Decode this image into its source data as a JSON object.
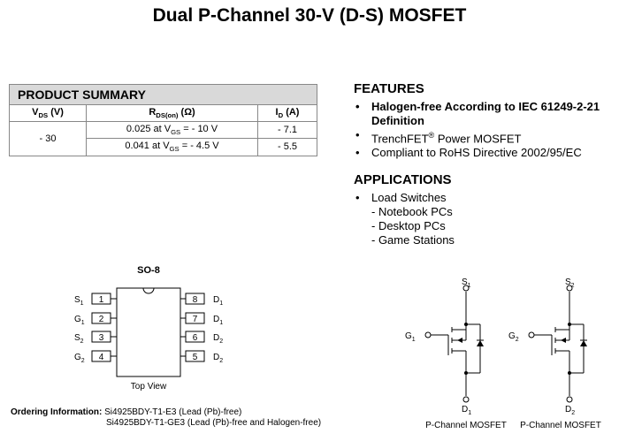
{
  "title": "Dual P-Channel 30-V (D-S) MOSFET",
  "product_summary": {
    "heading": "PRODUCT SUMMARY",
    "col_vds": "V",
    "col_vds_sub": "DS",
    "col_vds_unit": " (V)",
    "col_rds": "R",
    "col_rds_sub": "DS(on)",
    "col_rds_unit": " (Ω)",
    "col_id": "I",
    "col_id_sub": "D",
    "col_id_unit": " (A)",
    "vds_value": "- 30",
    "rows": [
      {
        "rds_prefix": "0.025 at V",
        "rds_sub": "GS",
        "rds_suffix": " = - 10 V",
        "id": "- 7.1"
      },
      {
        "rds_prefix": "0.041 at V",
        "rds_sub": "GS",
        "rds_suffix": " = - 4.5 V",
        "id": "- 5.5"
      }
    ]
  },
  "features": {
    "heading": "FEATURES",
    "item1_line1": "Halogen-free According to IEC 61249-2-21",
    "item1_line2": "Definition",
    "item2_a": "TrenchFET",
    "item2_reg": "®",
    "item2_b": " Power MOSFET",
    "item3": "Compliant to RoHS Directive 2002/95/EC"
  },
  "applications": {
    "heading": "APPLICATIONS",
    "item1": "Load Switches",
    "sub1": "- Notebook PCs",
    "sub2": "- Desktop PCs",
    "sub3": "- Game Stations"
  },
  "package": {
    "name": "SO-8",
    "view": "Top View",
    "left_pins": [
      {
        "num": "1",
        "label": "S",
        "sub": "1"
      },
      {
        "num": "2",
        "label": "G",
        "sub": "1"
      },
      {
        "num": "3",
        "label": "S",
        "sub": "2"
      },
      {
        "num": "4",
        "label": "G",
        "sub": "2"
      }
    ],
    "right_pins": [
      {
        "num": "8",
        "label": "D",
        "sub": "1"
      },
      {
        "num": "7",
        "label": "D",
        "sub": "1"
      },
      {
        "num": "6",
        "label": "D",
        "sub": "2"
      },
      {
        "num": "5",
        "label": "D",
        "sub": "2"
      }
    ]
  },
  "schematics": [
    {
      "s": "S",
      "s_sub": "1",
      "g": "G",
      "g_sub": "1",
      "d": "D",
      "d_sub": "1",
      "caption": "P-Channel MOSFET"
    },
    {
      "s": "S",
      "s_sub": "2",
      "g": "G",
      "g_sub": "2",
      "d": "D",
      "d_sub": "2",
      "caption": "P-Channel MOSFET"
    }
  ],
  "ordering": {
    "label": "Ordering Information:",
    "line1": "Si4925BDY-T1-E3 (Lead (Pb)-free)",
    "line2": "Si4925BDY-T1-GE3 (Lead (Pb)-free and Halogen-free)"
  }
}
